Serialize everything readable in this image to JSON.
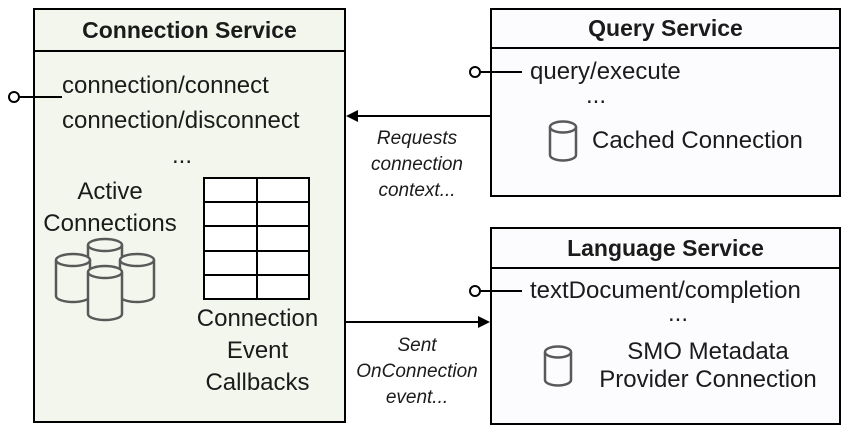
{
  "connection_service": {
    "title": "Connection Service",
    "methods": [
      "connection/connect",
      "connection/disconnect",
      "..."
    ],
    "active_connections": [
      "Active",
      "Connections"
    ],
    "event_callbacks": [
      "Connection",
      "Event",
      "Callbacks"
    ],
    "table": {
      "rows": 5,
      "cols": 2
    }
  },
  "query_service": {
    "title": "Query Service",
    "methods": [
      "query/execute",
      "..."
    ],
    "cached_connection": "Cached Connection"
  },
  "language_service": {
    "title": "Language Service",
    "methods": [
      "textDocument/completion",
      "..."
    ],
    "smo_metadata": [
      "SMO Metadata",
      "Provider Connection"
    ]
  },
  "arrows": {
    "requests_connection": [
      "Requests",
      "connection",
      "context..."
    ],
    "sent_onconnection": [
      "Sent",
      "OnConnection",
      "event..."
    ]
  },
  "icons": {
    "database": "database-icon",
    "database_cluster": "database-cluster-icon",
    "lollipop": "interface-lollipop-icon",
    "callback_table": "callback-table-grid"
  },
  "colors": {
    "connection_box_fill": "#f3f6ec",
    "service_box_fill": "#fcfcfe",
    "border": "#000000",
    "cylinder_stroke": "#595959",
    "text": "#1b1b1b"
  }
}
